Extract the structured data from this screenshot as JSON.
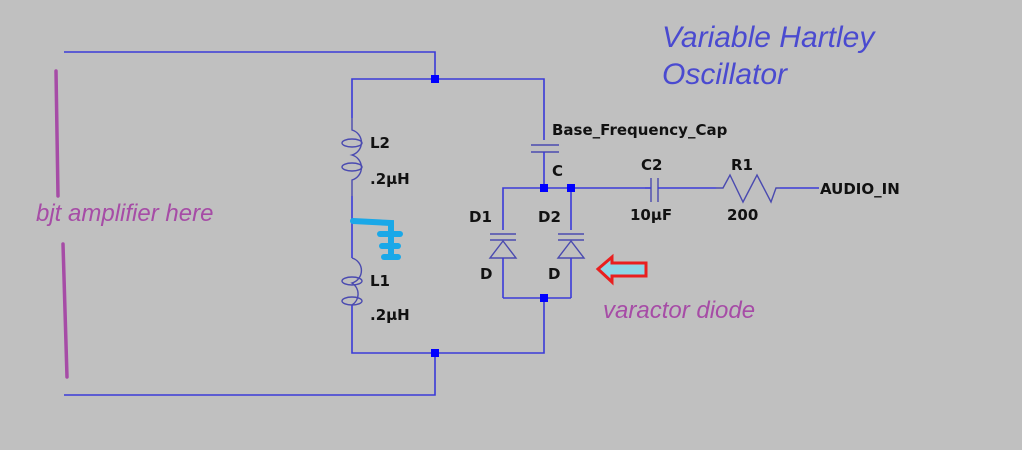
{
  "diagram": {
    "type": "circuit-schematic",
    "title_line1": "Variable Hartley",
    "title_line2": "Oscillator",
    "annotations": {
      "bjt_note": "bjt amplifier here",
      "varactor_note": "varactor diode"
    },
    "components": [
      {
        "ref": "L2",
        "value": ".2µH",
        "kind": "inductor"
      },
      {
        "ref": "L1",
        "value": ".2µH",
        "kind": "inductor"
      },
      {
        "ref": "Base_Frequency_Cap",
        "value": "C",
        "kind": "capacitor"
      },
      {
        "ref": "D1",
        "value": "D",
        "kind": "varactor-diode"
      },
      {
        "ref": "D2",
        "value": "D",
        "kind": "varactor-diode"
      },
      {
        "ref": "C2",
        "value": "10µF",
        "kind": "capacitor"
      },
      {
        "ref": "R1",
        "value": "200",
        "kind": "resistor"
      }
    ],
    "net_labels": [
      "AUDIO_IN"
    ],
    "colors": {
      "background": "#c0c0c0",
      "wire": "#3a3ad8",
      "junction": "#0000ff",
      "title": "#4a4ad0",
      "annotation": "#a64ca6",
      "pointer_arrow_fill": "#8fd6e6",
      "pointer_arrow_stroke": "#e82020",
      "ground_mark": "#1aa8e8"
    }
  }
}
